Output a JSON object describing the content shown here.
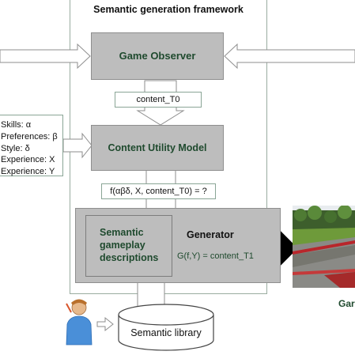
{
  "framework": {
    "title": "Semantic generation framework"
  },
  "game_observer": {
    "label": "Game Observer"
  },
  "content_t0": {
    "label": "content_T0"
  },
  "content_utility_model": {
    "label": "Content Utility Model"
  },
  "formula_box": {
    "label": "f(αβδ, X, content_T0) = ?"
  },
  "parameters": {
    "lines": [
      "Skills: α",
      "Preferences: β",
      "Style: δ",
      "Experience: X",
      "Experience: Y"
    ]
  },
  "semantic_descriptions": {
    "lines": [
      "Semantic",
      "gameplay",
      "descriptions"
    ]
  },
  "generator": {
    "label": "Generator",
    "formula": "G(f,Y) = content_T1"
  },
  "semantic_library": {
    "label": "Semantic library"
  },
  "game_caption": {
    "label": "Gar"
  },
  "colors": {
    "box_fill": "#bdbdbd",
    "text_green": "#1f4a2e",
    "border_green": "#8aa596"
  },
  "icons": [
    "user-icon",
    "hollow-arrow",
    "black-arrow",
    "cylinder",
    "game-screenshot"
  ]
}
